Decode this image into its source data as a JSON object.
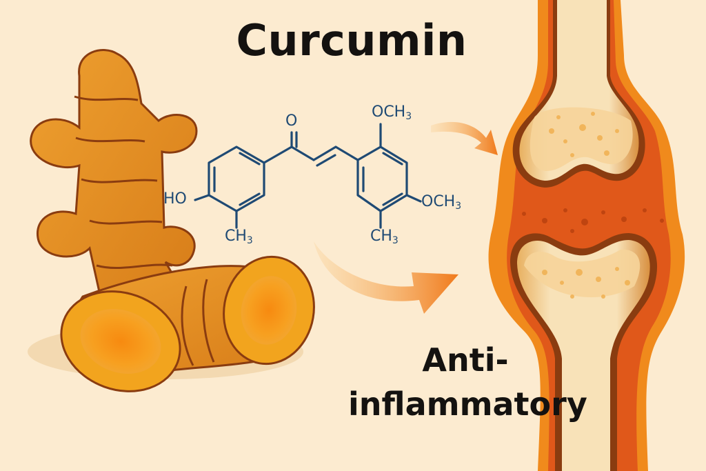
{
  "title": "Curcumin",
  "caption": {
    "line1": "Anti-",
    "line2": "inflammatory"
  },
  "molecule": {
    "name": "Curcumin structure",
    "labels": {
      "hydroxyl": "HO",
      "carbonyl_o": "O",
      "methyl_left": "CH",
      "methyl_left_sub": "3",
      "methoxy_top": "OCH",
      "methoxy_top_sub": "3",
      "methoxy_right": "OCH",
      "methoxy_right_sub": "3",
      "methyl_right": "CH",
      "methyl_right_sub": "3"
    }
  },
  "illustrations": {
    "left": "turmeric-root",
    "right": "knee-joint"
  },
  "colors": {
    "background": "#fcebd0",
    "text": "#141210",
    "molecule": "#1f4a74",
    "turmeric": "#e08a1e",
    "turmeric_flesh": "#f59a12",
    "inflammation": "#e0581a",
    "bone": "#f8e0b0",
    "arrow": "#f08a24"
  }
}
